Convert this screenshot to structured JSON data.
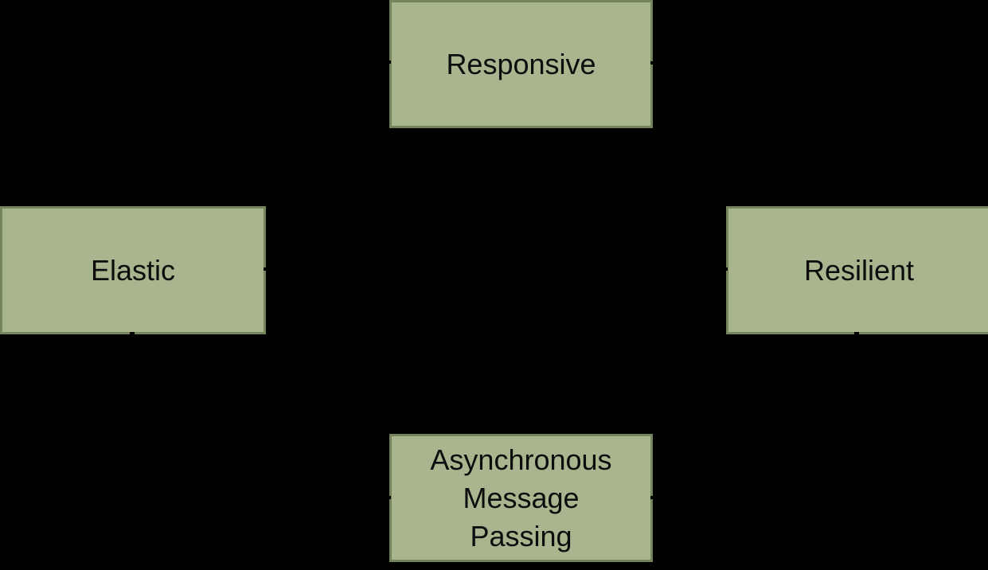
{
  "diagram": {
    "colors": {
      "background": "#000000",
      "node_fill": "#a9b58e",
      "node_border": "#75855b",
      "node_text": "#0d0d0d",
      "arrowhead": "#000000"
    },
    "nodes": {
      "responsive": {
        "label": "Responsive"
      },
      "elastic": {
        "label": "Elastic"
      },
      "resilient": {
        "label": "Resilient"
      },
      "async": {
        "label": "Asynchronous Message Passing",
        "lines": [
          "Asynchronous",
          "Message",
          "Passing"
        ]
      }
    }
  }
}
